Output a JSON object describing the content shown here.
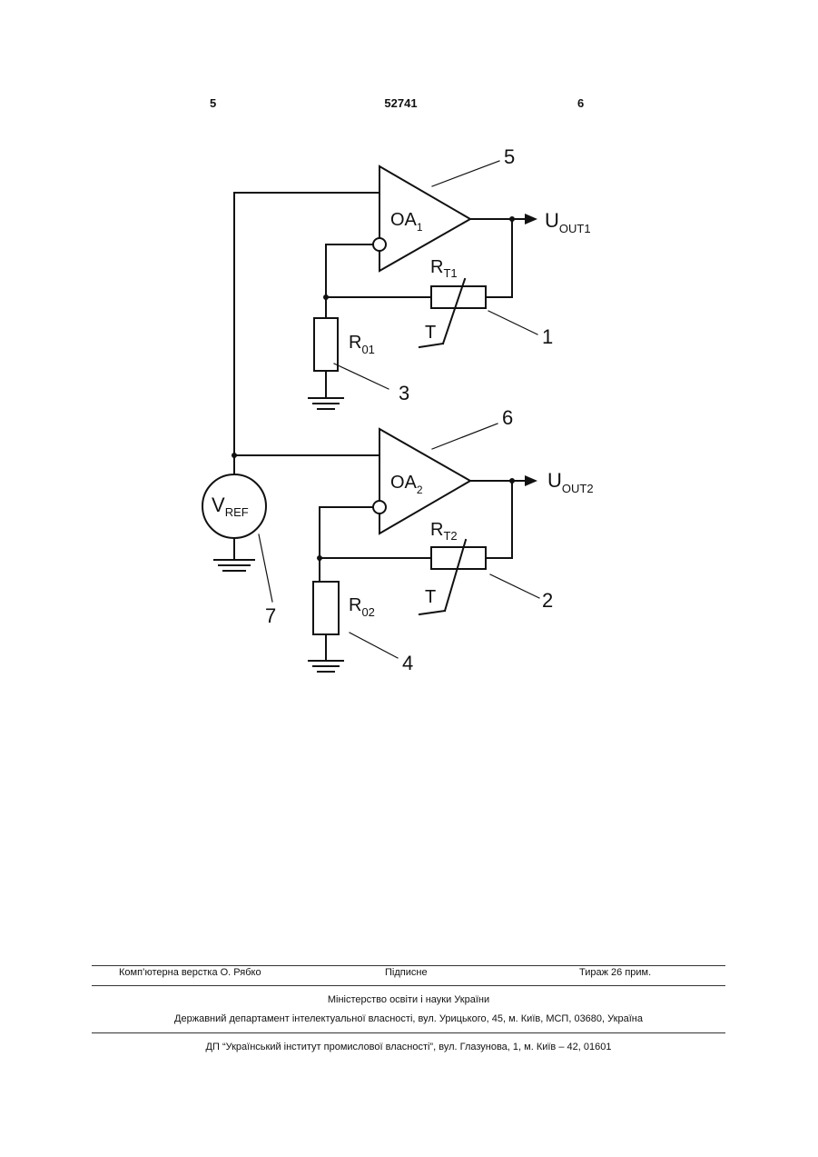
{
  "header": {
    "page_left": "5",
    "patent_number": "52741",
    "page_right": "6"
  },
  "schematic": {
    "opamp1": {
      "name": "OA",
      "sub": "1"
    },
    "opamp2": {
      "name": "OA",
      "sub": "2"
    },
    "out1": {
      "main": "U",
      "sub": "OUT1"
    },
    "out2": {
      "main": "U",
      "sub": "OUT2"
    },
    "rt1": {
      "main": "R",
      "sub": "T1"
    },
    "rt2": {
      "main": "R",
      "sub": "T2"
    },
    "r01": {
      "main": "R",
      "sub": "01"
    },
    "r02": {
      "main": "R",
      "sub": "02"
    },
    "vref": {
      "main": "V",
      "sub": "REF"
    },
    "temp_label_1": "T",
    "temp_label_2": "T",
    "callouts": [
      "1",
      "2",
      "3",
      "4",
      "5",
      "6",
      "7"
    ]
  },
  "footer": {
    "layout_credit": "Комп’ютерна верстка О. Рябко",
    "signed": "Підписне",
    "circulation": "Тираж 26 прим.",
    "ministry": "Міністерство освіти і науки України",
    "department": "Державний департамент інтелектуальної власності, вул. Урицького, 45, м. Київ, МСП, 03680, Україна",
    "publisher": "ДП “Український інститут промислової власності”, вул. Глазунова, 1, м. Київ – 42, 01601"
  }
}
